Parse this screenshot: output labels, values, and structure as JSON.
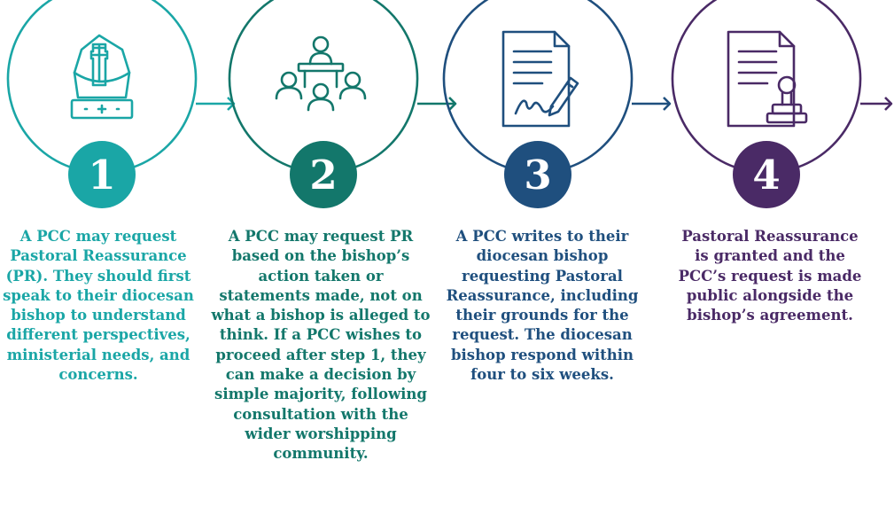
{
  "colors": {
    "step1": "#1aa6a6",
    "step2": "#13776b",
    "step3": "#1f4f7e",
    "step4": "#4a2a66"
  },
  "steps": [
    {
      "number": "1",
      "icon": "mitre-icon",
      "text": "A PCC may request Pastoral Reassurance (PR). They should first speak to their diocesan bishop to understand different perspectives, ministerial needs, and concerns."
    },
    {
      "number": "2",
      "icon": "lectern-audience-icon",
      "text": "A PCC may request PR based on the bishop’s action taken or statements made, not on what a bishop is alleged to think. If a PCC wishes to proceed after step 1, they can make a decision by simple majority, following consultation with the wider worshipping community."
    },
    {
      "number": "3",
      "icon": "signed-document-icon",
      "text": "A PCC writes to their diocesan bishop requesting Pastoral Reassurance, including their grounds for the request. The diocesan bishop respond within four to six weeks."
    },
    {
      "number": "4",
      "icon": "document-stamp-icon",
      "text": "Pastoral Reassurance is granted and the PCC’s request is made public alongside the bishop’s agreement."
    }
  ]
}
